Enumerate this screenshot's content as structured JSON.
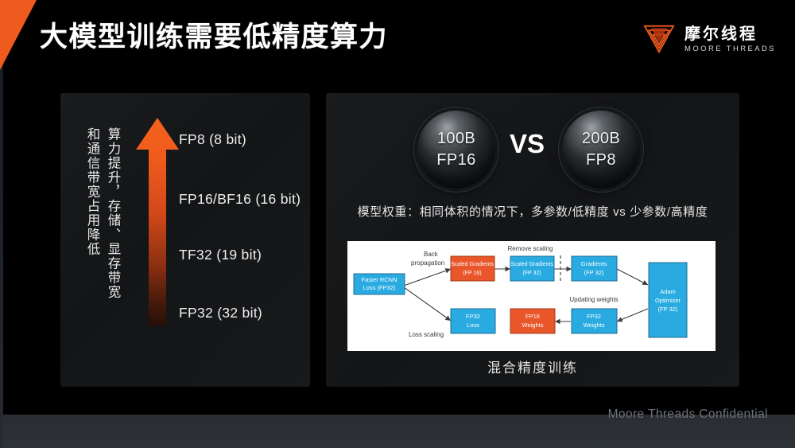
{
  "slide": {
    "title": "大模型训练需要低精度算力",
    "confidential_note": "Moore Threads Confidential",
    "accent_color": "#ef5a1e",
    "background_color": "#0a0a0b"
  },
  "logo": {
    "mark_name": "moore-threads-triangle-logo",
    "cn_name": "摩尔线程",
    "en_name": "MOORE THREADS"
  },
  "left_panel": {
    "vertical_text_line1": "算力提升，存储、显存带宽",
    "vertical_text_line2": "和通信带宽占用降低",
    "arrow_name": "upward-gradient-arrow",
    "formats": [
      {
        "label": "FP8 (8 bit)"
      },
      {
        "label": "FP16/BF16 (16 bit)"
      },
      {
        "label": "TF32 (19 bit)"
      },
      {
        "label": "FP32 (32 bit)"
      }
    ]
  },
  "right_panel": {
    "circle_left": {
      "size": "100B",
      "precision": "FP16"
    },
    "circle_right": {
      "size": "200B",
      "precision": "FP8"
    },
    "vs_label": "VS",
    "weights_caption": "模型权重：相同体积的情况下，多参数/低精度 vs 少参数/高精度",
    "diagram_caption": "混合精度训练",
    "diagram": {
      "colors": {
        "blue": "#29abe2",
        "orange": "#e8562a",
        "background": "#ffffff"
      },
      "nodes": [
        {
          "id": "faster-rcnn-loss",
          "line1": "Faster RCNN",
          "line2": "Loss  (FP32)",
          "color": "blue"
        },
        {
          "id": "scaled-gradients-fp16",
          "line1": "Scaled Gradients",
          "line2": "(FP 16)",
          "color": "orange"
        },
        {
          "id": "scaled-gradients-fp32",
          "line1": "Scaled Gradients",
          "line2": "(FP 32)",
          "color": "blue"
        },
        {
          "id": "gradients-fp32",
          "line1": "Gradients",
          "line2": "(FP 32)",
          "color": "blue"
        },
        {
          "id": "adam-optimizer",
          "line1": "Adam",
          "line2": "Optimizer",
          "line3": "(FP 32)",
          "color": "blue"
        },
        {
          "id": "fp32-loss",
          "line1": "FP32",
          "line2": "Loss",
          "color": "blue"
        },
        {
          "id": "fp16-weights",
          "line1": "FP16",
          "line2": "Weights",
          "color": "orange"
        },
        {
          "id": "fp32-weights",
          "line1": "FP32",
          "line2": "Weights",
          "color": "blue"
        }
      ],
      "edge_labels": [
        {
          "id": "back-propagation",
          "line1": "Back",
          "line2": "propagation"
        },
        {
          "id": "loss-scaling",
          "line1": "Loss scaling"
        },
        {
          "id": "remove-scaling",
          "line1": "Remove scaling"
        },
        {
          "id": "updating-weights",
          "line1": "Updating weights"
        }
      ]
    }
  }
}
